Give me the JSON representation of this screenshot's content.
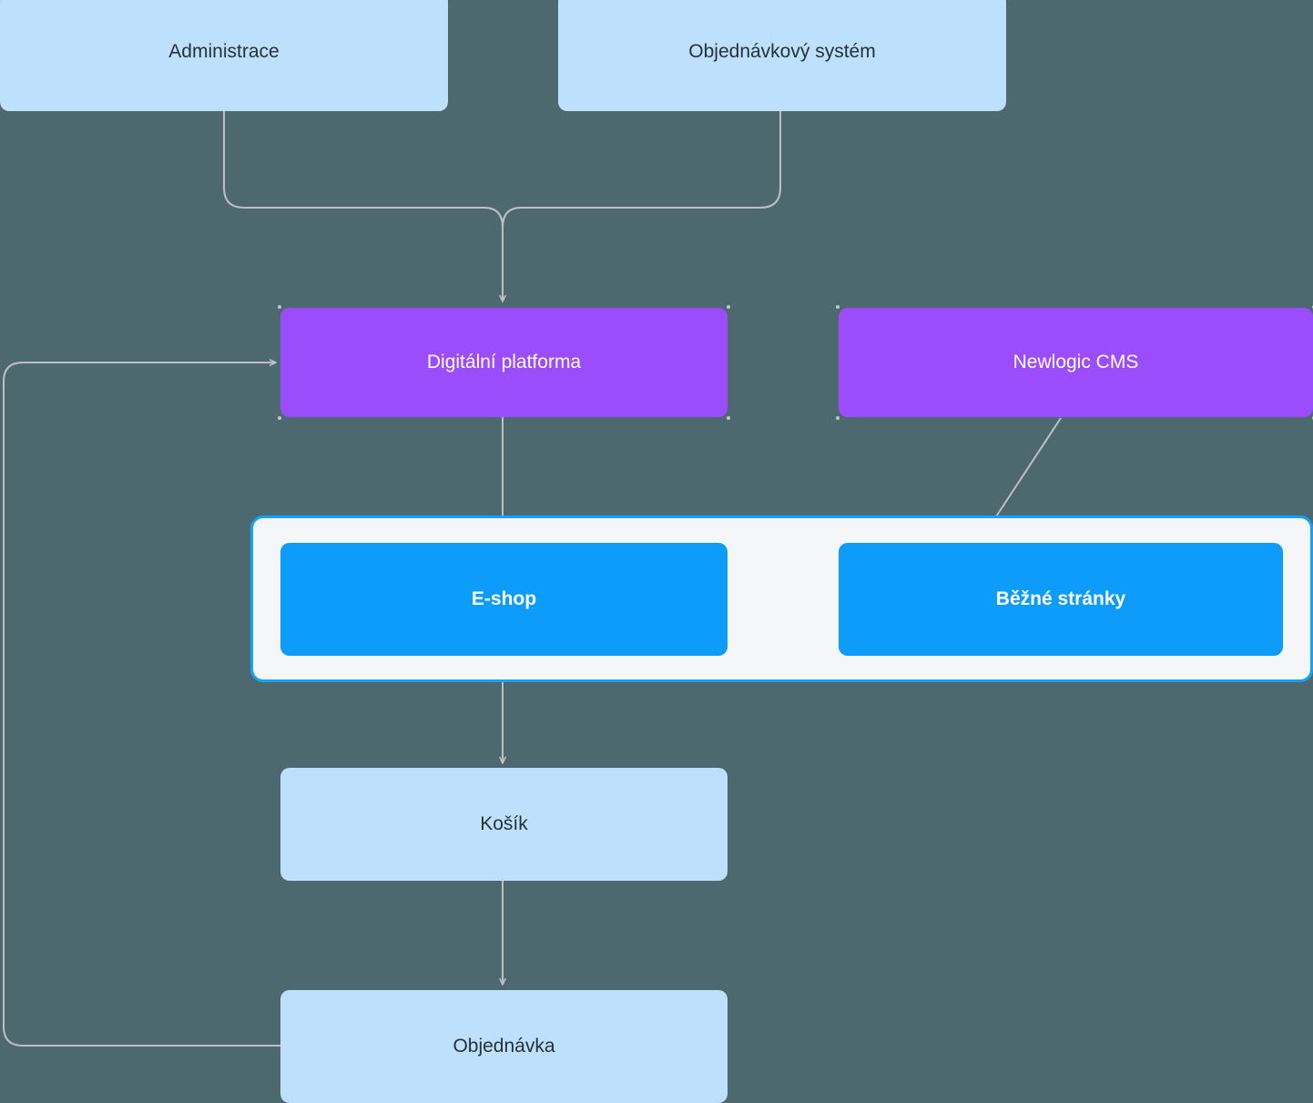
{
  "diagram": {
    "title": "Digital platform architecture",
    "background_color": "#4e6870",
    "colors": {
      "node_light": "#bde0fd",
      "node_purple": "#9c4dfb",
      "node_blue": "#0d9cf9",
      "group_fill": "#f4f6f8",
      "group_border": "#13a3fb",
      "edge": "#b9c1c5",
      "text_dark": "#253238",
      "text_light": "#ffffff"
    },
    "nodes": [
      {
        "id": "administrace",
        "label": "Administrace",
        "style": "light"
      },
      {
        "id": "objednavkovy-system",
        "label": "Objednávkový systém",
        "style": "light"
      },
      {
        "id": "digitalni-platforma",
        "label": "Digitální platforma",
        "style": "purple"
      },
      {
        "id": "newlogic-cms",
        "label": "Newlogic CMS",
        "style": "purple"
      },
      {
        "id": "e-shop",
        "label": "E-shop",
        "style": "blue"
      },
      {
        "id": "bezne-stranky",
        "label": "Běžné stránky",
        "style": "blue"
      },
      {
        "id": "kosik",
        "label": "Košík",
        "style": "light"
      },
      {
        "id": "objednavka",
        "label": "Objednávka",
        "style": "light"
      }
    ],
    "group": {
      "id": "web-group",
      "label": ""
    },
    "edges": [
      {
        "from": "administrace",
        "to": "digitalni-platforma",
        "arrow": "end"
      },
      {
        "from": "objednavkovy-system",
        "to": "digitalni-platforma",
        "arrow": "end"
      },
      {
        "from": "digitalni-platforma",
        "to": "e-shop",
        "arrow": "end"
      },
      {
        "from": "newlogic-cms",
        "to": "bezne-stranky",
        "arrow": "end"
      },
      {
        "from": "e-shop",
        "to": "bezne-stranky",
        "arrow": "both"
      },
      {
        "from": "e-shop",
        "to": "kosik",
        "arrow": "end"
      },
      {
        "from": "kosik",
        "to": "objednavka",
        "arrow": "end"
      },
      {
        "from": "objednavka",
        "to": "digitalni-platforma",
        "arrow": "end"
      }
    ]
  }
}
